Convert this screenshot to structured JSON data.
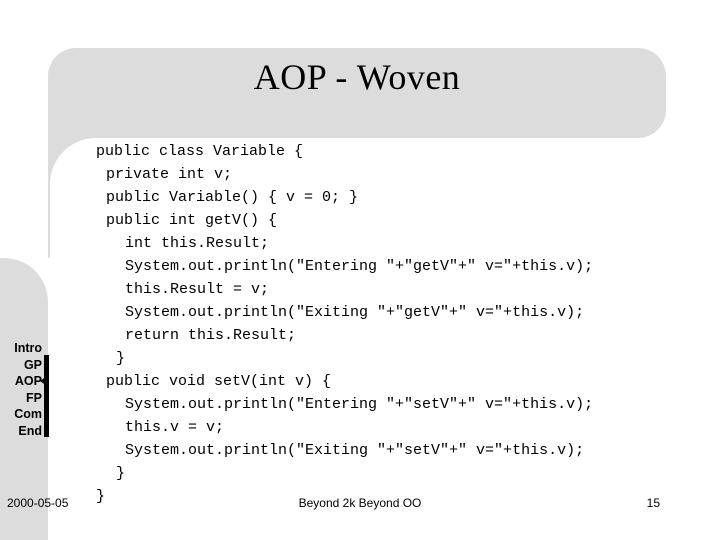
{
  "slide": {
    "title": "AOP - Woven",
    "code_lines": [
      "public class Variable {",
      "private int v;",
      "public Variable() { v = 0; }",
      "public int getV() {",
      "int this.Result;",
      "System.out.println(\"Entering \"+\"getV\"+\" v=\"+this.v);",
      "this.Result = v;",
      "System.out.println(\"Exiting \"+\"getV\"+\" v=\"+this.v);",
      "return this.Result;",
      "}",
      "public void setV(int v) {",
      "System.out.println(\"Entering \"+\"setV\"+\" v=\"+this.v);",
      "this.v = v;",
      "System.out.println(\"Exiting \"+\"setV\"+\" v=\"+this.v);",
      "}",
      "}"
    ]
  },
  "nav": {
    "items": [
      "Intro",
      "GP",
      "AOP",
      "FP",
      "Com",
      "End"
    ],
    "current": "AOP"
  },
  "footer": {
    "date": "2000-05-05",
    "center": "Beyond 2k Beyond OO",
    "page": "15"
  }
}
